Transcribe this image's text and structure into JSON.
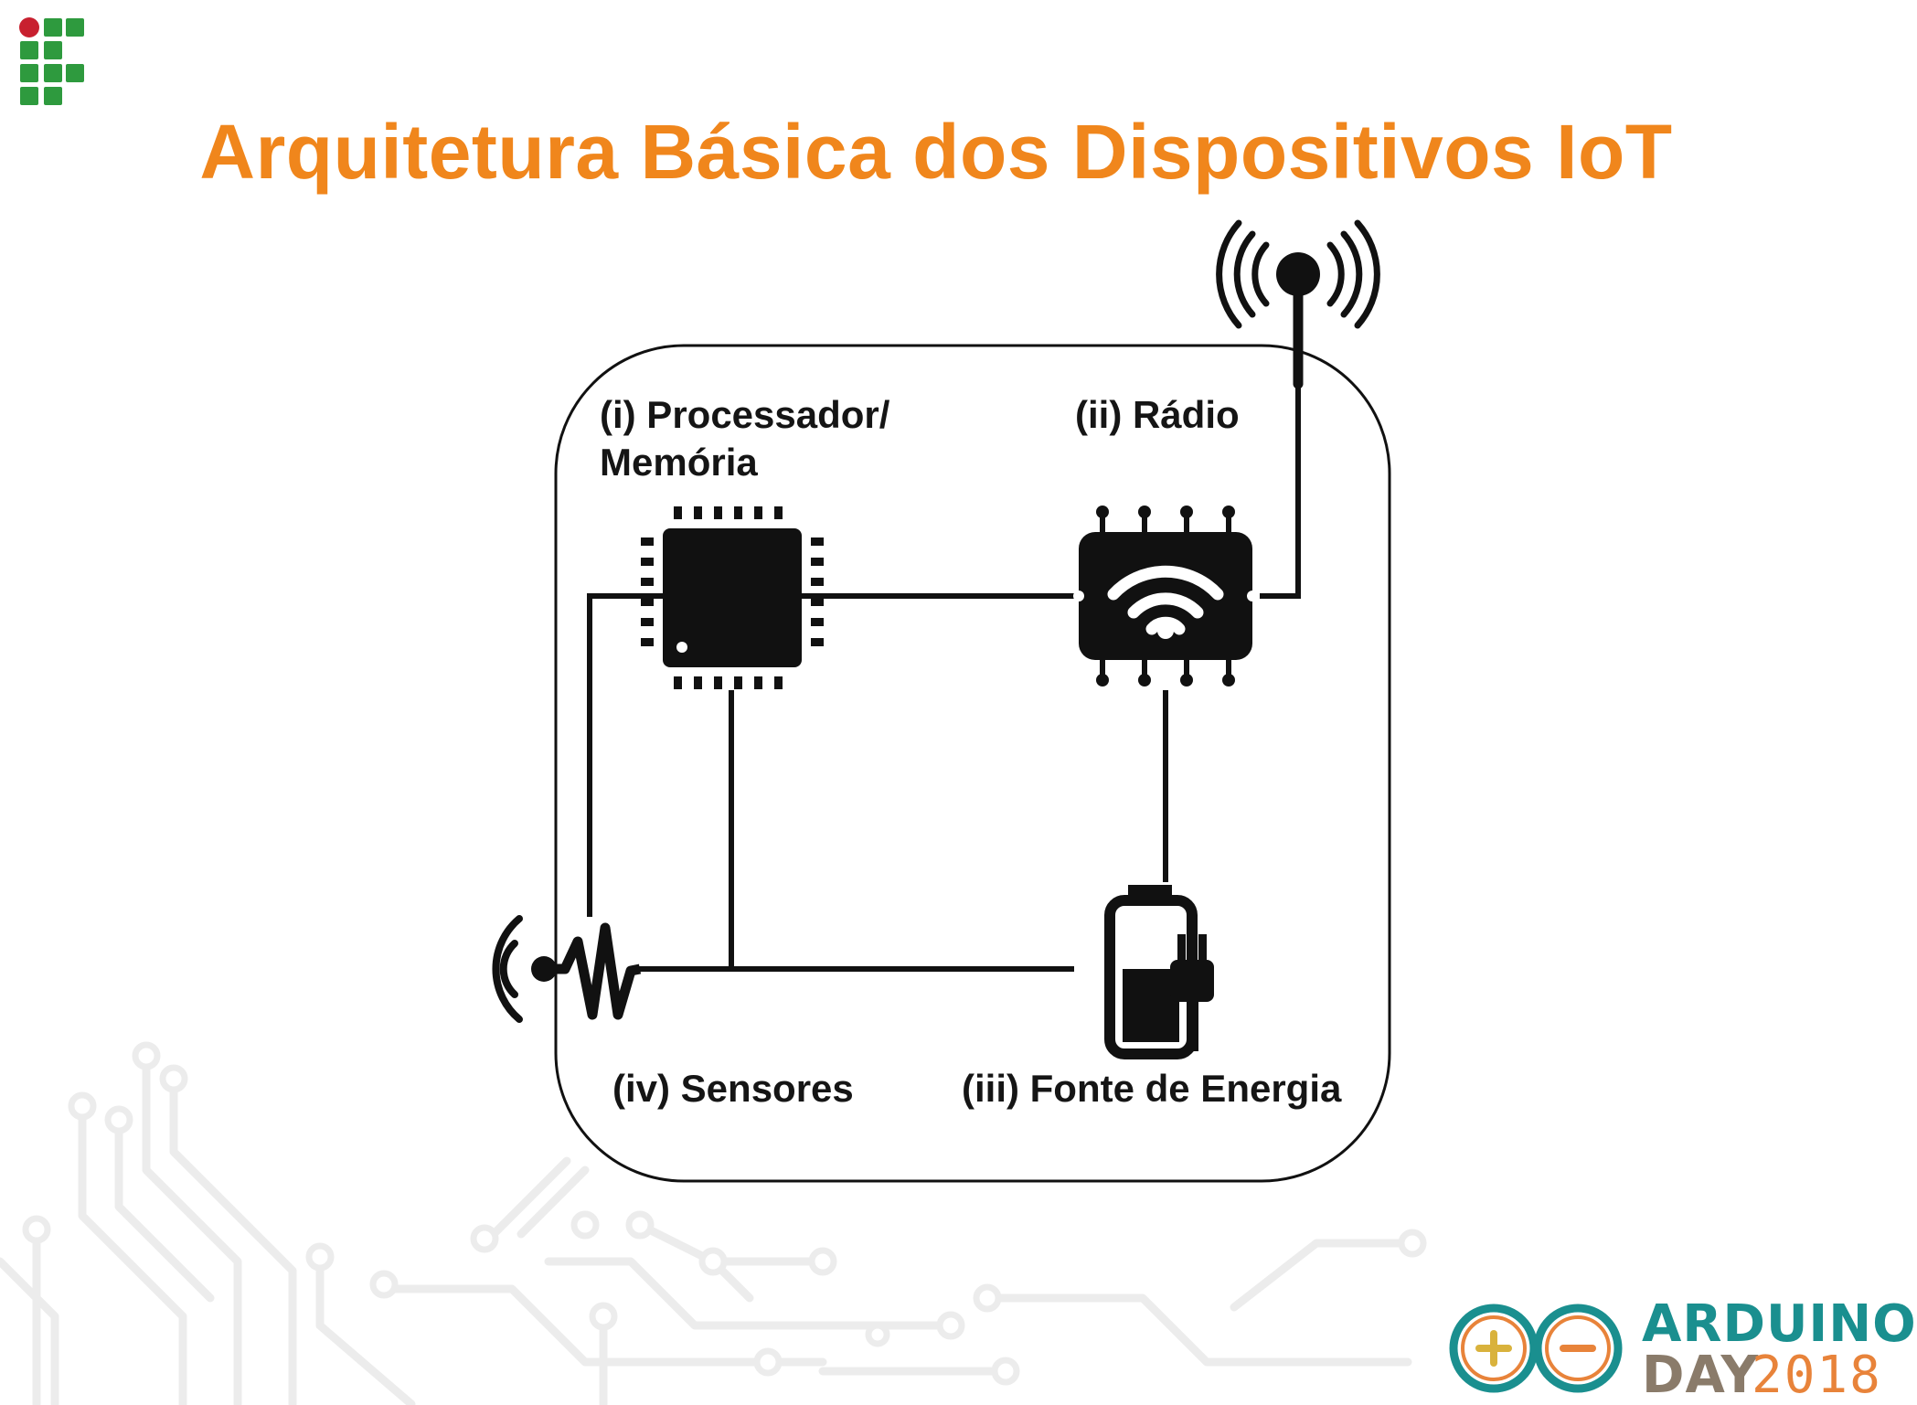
{
  "slide": {
    "title": "Arquitetura Básica dos Dispositivos IoT"
  },
  "diagram": {
    "processor_label": "(i) Processador/",
    "processor_label_line2": "Memória",
    "radio_label": "(ii) Rádio",
    "power_label": "(iii) Fonte de Energia",
    "sensors_label": "(iv) Sensores"
  },
  "branding": {
    "event_name": "ARDUINO",
    "event_word": "DAY",
    "event_year": "2018",
    "colors": {
      "title_orange": "#f0861c",
      "arduino_teal": "#1a8f8f",
      "year_orange": "#e8833a",
      "if_green": "#2e9a3e",
      "if_red": "#c8202f"
    }
  },
  "icons": {
    "logo": "institute-logo",
    "chip": "chip-icon",
    "radio": "wifi-module-icon",
    "antenna": "antenna-icon",
    "battery": "battery-plug-icon",
    "sensor": "sensor-icon",
    "arduino": "arduino-infinity-logo"
  }
}
